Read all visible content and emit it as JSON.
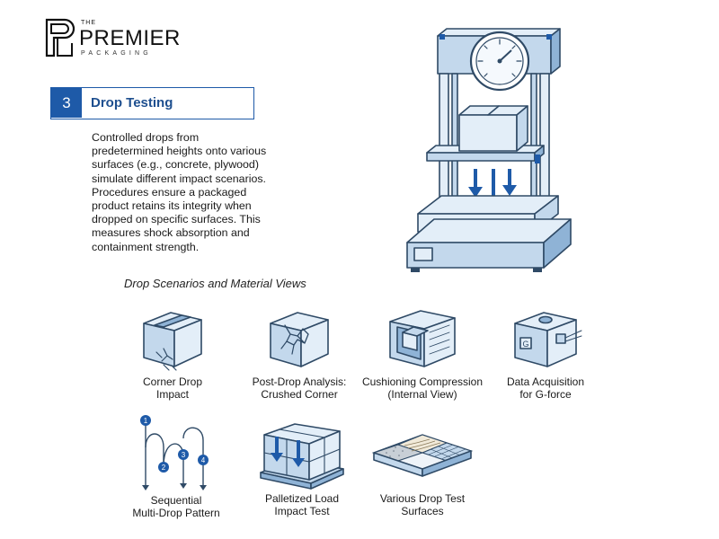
{
  "logo": {
    "the": "THE",
    "name": "PREMIER",
    "sub": "PACKAGING"
  },
  "section": {
    "number": "3",
    "title": "Drop Testing"
  },
  "body_lines": [
    "Controlled drops from",
    "predetermined heights onto various",
    "surfaces (e.g., concrete, plywood)",
    "simulate different impact scenarios.",
    "Procedures ensure a packaged",
    "product retains its integrity when",
    "dropped on specific surfaces. This",
    "measures shock absorption and",
    "containment strength."
  ],
  "subtitle": "Drop Scenarios and Material Views",
  "items": [
    {
      "caption": "Corner Drop\nImpact",
      "icon": "corner-drop-box-icon"
    },
    {
      "caption": "Post-Drop Analysis:\nCrushed Corner",
      "icon": "crushed-corner-box-icon"
    },
    {
      "caption": "Cushioning Compression\n(Internal View)",
      "icon": "cushioning-cutaway-icon"
    },
    {
      "caption": "Data Acquisition\nfor G-force",
      "icon": "g-force-sensor-box-icon"
    },
    {
      "caption": "Sequential\nMulti-Drop Pattern",
      "icon": "multi-drop-sequence-icon"
    },
    {
      "caption": "Palletized Load\nImpact Test",
      "icon": "palletized-load-icon"
    },
    {
      "caption": "Various Drop Test\nSurfaces",
      "icon": "surface-tiles-icon"
    }
  ],
  "sequence_numbers": [
    "1",
    "2",
    "3",
    "4"
  ],
  "gauge_letter": "G",
  "colors": {
    "accent": "#1e5aa8",
    "outline": "#2f4a66",
    "light_fill": "#e3eef8"
  }
}
